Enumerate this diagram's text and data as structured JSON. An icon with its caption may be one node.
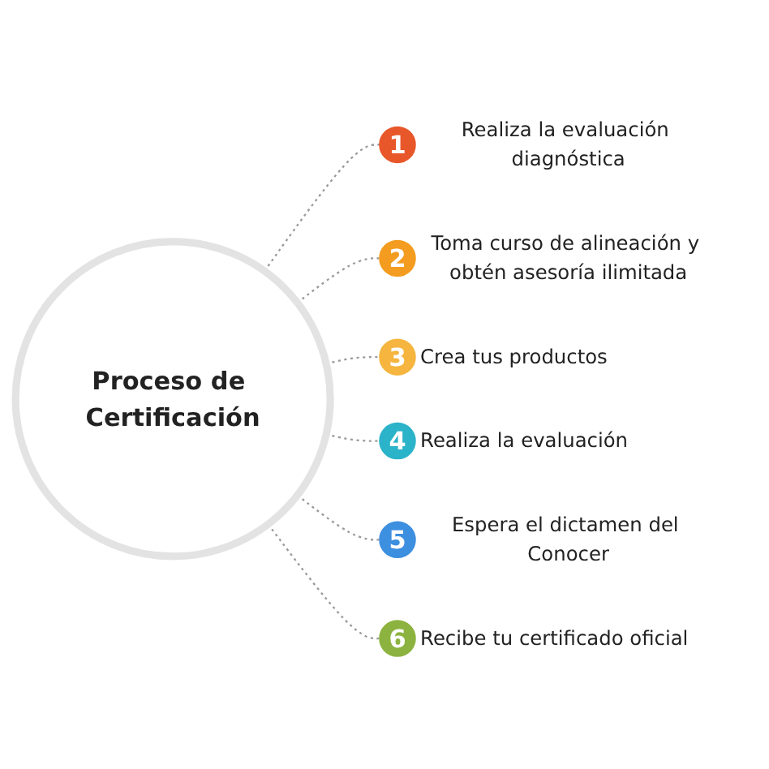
{
  "diagram": {
    "nodes": [
      {
        "text": [
          "Proceso de Certificación"
        ]
      },
      {
        "text": [
          "1"
        ],
        "beside": [
          "Realiza la evaluación diagnóstica"
        ]
      },
      {
        "text": [
          "2"
        ],
        "beside": [
          "Toma curso de alineación y obtén asesoría ilimitada"
        ]
      },
      {
        "text": [
          "3"
        ],
        "beside": [
          "Crea tus productos"
        ]
      },
      {
        "text": [
          "4"
        ],
        "beside": [
          "Realiza la evaluación"
        ]
      },
      {
        "text": [
          "5"
        ],
        "beside": [
          "Espera el dictamen del Conocer"
        ]
      },
      {
        "text": [
          "6"
        ],
        "beside": [
          "Recibe tu certificado oficial"
        ]
      }
    ],
    "edges": [
      {
        "from": 0,
        "to": 1,
        "arrow": "none",
        "style": "dashed"
      },
      {
        "from": 0,
        "to": 2,
        "arrow": "none",
        "style": "dashed"
      },
      {
        "from": 0,
        "to": 3,
        "arrow": "none",
        "style": "dashed"
      },
      {
        "from": 0,
        "to": 4,
        "arrow": "none",
        "style": "dashed"
      },
      {
        "from": 0,
        "to": 5,
        "arrow": "none",
        "style": "dashed"
      },
      {
        "from": 0,
        "to": 6,
        "arrow": "none",
        "style": "dashed"
      }
    ]
  }
}
